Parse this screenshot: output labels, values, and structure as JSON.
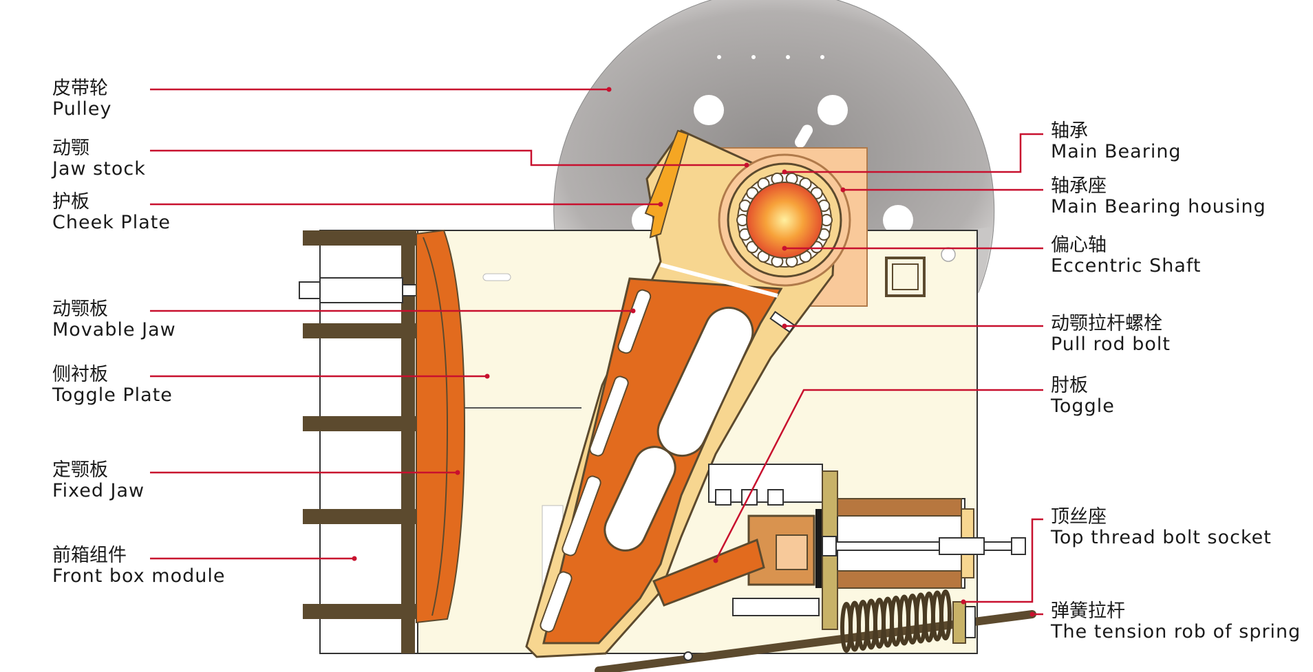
{
  "colors": {
    "leader": "#c8102e",
    "frame": "#fcf8e2",
    "jaw_orange": "#e26b1e",
    "jaw_body": "#f7d690",
    "dark": "#5c4a2e",
    "pulley": "#b9b7b6"
  },
  "labels": {
    "pulley": {
      "zh": "皮带轮",
      "en": "Pulley"
    },
    "jaw_stock": {
      "zh": "动颚",
      "en": "Jaw stock"
    },
    "cheek_plate": {
      "zh": "护板",
      "en": "Cheek Plate"
    },
    "movable_jaw": {
      "zh": "动颚板",
      "en": "Movable Jaw"
    },
    "toggle_plate": {
      "zh": "侧衬板",
      "en": "Toggle Plate"
    },
    "fixed_jaw": {
      "zh": "定颚板",
      "en": "Fixed Jaw"
    },
    "front_box": {
      "zh": "前箱组件",
      "en": "Front box module"
    },
    "main_bearing": {
      "zh": "轴承",
      "en": "Main Bearing"
    },
    "bearing_housing": {
      "zh": "轴承座",
      "en": "Main Bearing housing"
    },
    "eccentric_shaft": {
      "zh": "偏心轴",
      "en": "Eccentric Shaft"
    },
    "pull_rod_bolt": {
      "zh": "动颚拉杆螺栓",
      "en": "Pull rod bolt"
    },
    "toggle": {
      "zh": "肘板",
      "en": "Toggle"
    },
    "top_thread": {
      "zh": "顶丝座",
      "en": "Top thread bolt socket"
    },
    "tension_spring": {
      "zh": "弹簧拉杆",
      "en": "The tension rob of spring"
    }
  }
}
